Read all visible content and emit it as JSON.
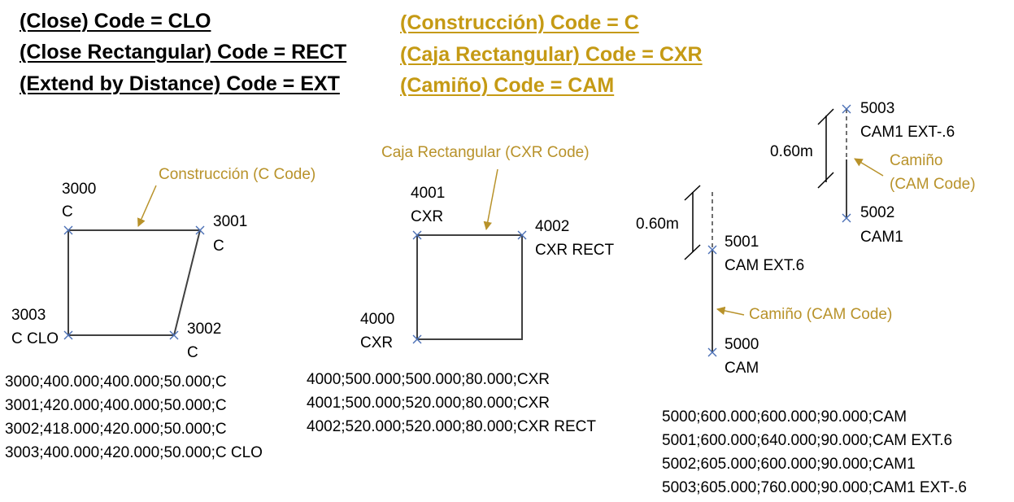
{
  "headers": {
    "left": [
      "(Close) Code = CLO",
      "(Close Rectangular) Code = RECT",
      "(Extend by Distance) Code = EXT"
    ],
    "right": [
      "(Construcción) Code = C",
      "(Caja Rectangular) Code = CXR",
      "(Camiño) Code = CAM"
    ]
  },
  "diagram1": {
    "title": "Construcción (C Code)",
    "points": [
      {
        "id": "3000",
        "code": "C"
      },
      {
        "id": "3001",
        "code": "C"
      },
      {
        "id": "3002",
        "code": "C"
      },
      {
        "id": "3003",
        "code": "C CLO"
      }
    ],
    "records": [
      "3000;400.000;400.000;50.000;C",
      "3001;420.000;400.000;50.000;C",
      "3002;418.000;420.000;50.000;C",
      "3003;400.000;420.000;50.000;C CLO"
    ]
  },
  "diagram2": {
    "title": "Caja Rectangular (CXR Code)",
    "points": [
      {
        "id": "4000",
        "code": "CXR"
      },
      {
        "id": "4001",
        "code": "CXR"
      },
      {
        "id": "4002",
        "code": "CXR RECT"
      }
    ],
    "records": [
      "4000;500.000;500.000;80.000;CXR",
      "4001;500.000;520.000;80.000;CXR",
      "4002;520.000;520.000;80.000;CXR RECT"
    ]
  },
  "diagram3": {
    "label_lower": "Camiño (CAM Code)",
    "label_upper_line1": "Camiño",
    "label_upper_line2": "(CAM Code)",
    "dim_lower": "0.60m",
    "dim_upper": "0.60m",
    "points": [
      {
        "id": "5000",
        "code": "CAM"
      },
      {
        "id": "5001",
        "code": "CAM EXT.6"
      },
      {
        "id": "5002",
        "code": "CAM1"
      },
      {
        "id": "5003",
        "code": "CAM1 EXT-.6"
      }
    ],
    "records": [
      "5000;600.000;600.000;90.000;CAM",
      "5001;600.000;640.000;90.000;CAM EXT.6",
      "5002;605.000;600.000;90.000;CAM1",
      "5003;605.000;760.000;90.000;CAM1 EXT-.6"
    ]
  },
  "colors": {
    "gold_header": "#c59a14",
    "gold_label": "#b8922a",
    "line": "#404040",
    "marker": "#4a6fb5"
  }
}
